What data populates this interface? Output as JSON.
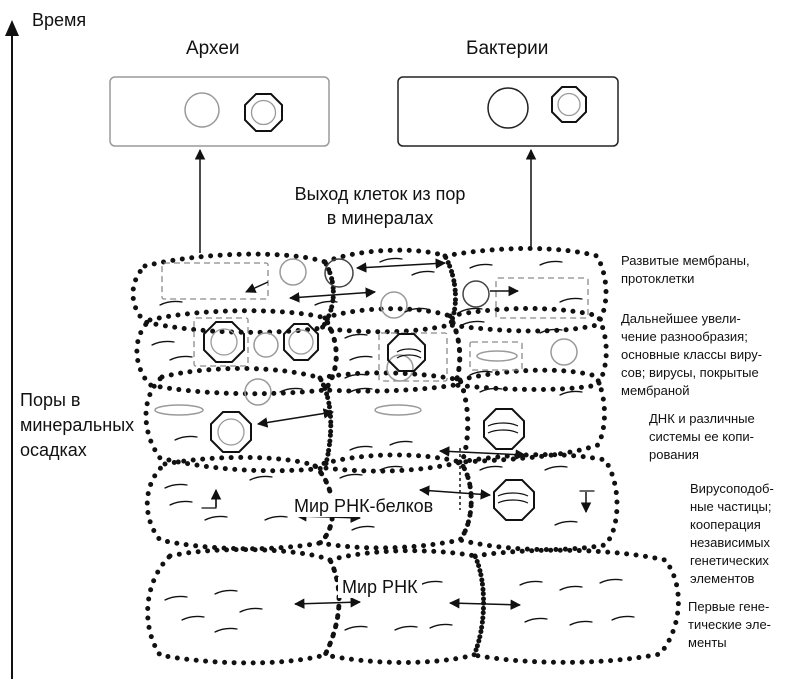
{
  "axis": {
    "label": "Время"
  },
  "top_boxes": {
    "archaea": "Археи",
    "bacteria": "Бактерии"
  },
  "exit_label": [
    "Выход клеток из пор",
    "в минералах"
  ],
  "pores_label": [
    "Поры в",
    "минеральных",
    "осадках"
  ],
  "worlds": {
    "rna_protein": "Мир РНК-белков",
    "rna": "Мир РНК"
  },
  "stages": [
    {
      "lines": [
        "Развитые мембраны,",
        "протоклетки"
      ]
    },
    {
      "lines": [
        "Дальнейшее увели-",
        "чение разнообразия;",
        "основные классы виру-",
        "сов; вирусы, покрытые",
        "мембраной"
      ]
    },
    {
      "lines": [
        "ДНК и различные",
        "системы ее копи-",
        "рования"
      ]
    },
    {
      "lines": [
        "Вирусоподоб-",
        "ные частицы;",
        "кооперация",
        "независимых",
        "генетических",
        "элементов"
      ]
    },
    {
      "lines": [
        "Первые гене-",
        "тические эле-",
        "менты"
      ]
    }
  ],
  "colors": {
    "ink": "#111111",
    "light_gray": "#9a9a9a",
    "dash_gray": "#8a8a8a"
  }
}
